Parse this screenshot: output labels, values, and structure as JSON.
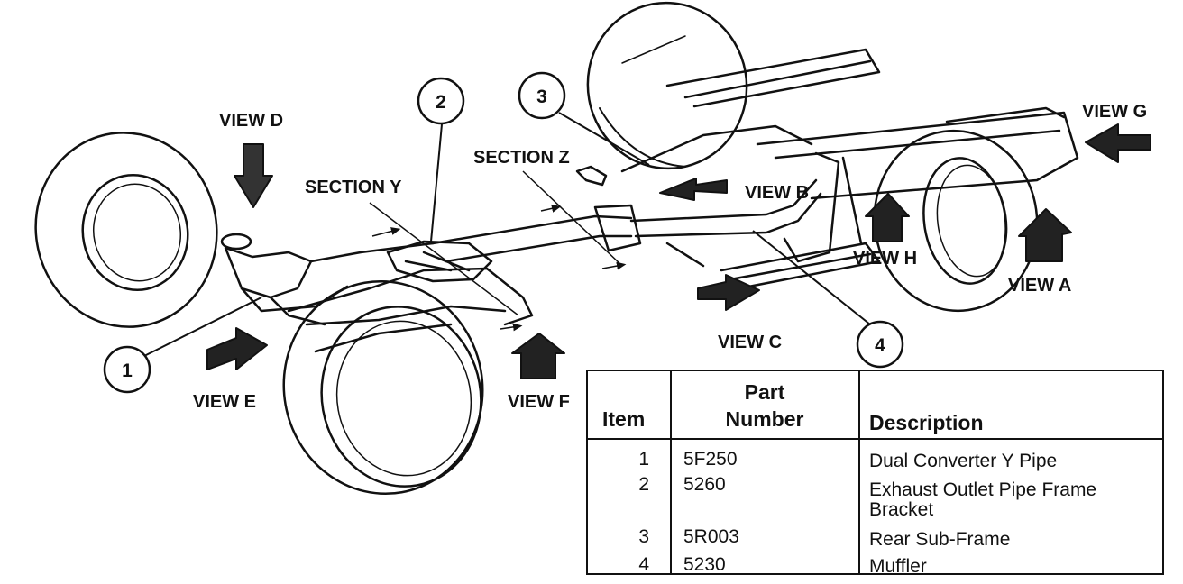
{
  "labels": {
    "view_a": "VIEW A",
    "view_b": "VIEW B",
    "view_c": "VIEW C",
    "view_d": "VIEW D",
    "view_e": "VIEW E",
    "view_f": "VIEW F",
    "view_g": "VIEW G",
    "view_h": "VIEW H",
    "section_y": "SECTION Y",
    "section_z": "SECTION Z"
  },
  "callouts": [
    "1",
    "2",
    "3",
    "4"
  ],
  "table": {
    "headers": {
      "item": "Item",
      "part_line1": "Part",
      "part_line2": "Number",
      "description": "Description"
    },
    "rows": [
      {
        "item": "1",
        "part": "5F250",
        "desc1": "Dual Converter Y Pipe",
        "desc2": ""
      },
      {
        "item": "2",
        "part": "5260",
        "desc1": "Exhaust Outlet Pipe Frame",
        "desc2": "Bracket"
      },
      {
        "item": "3",
        "part": "5R003",
        "desc1": "Rear Sub-Frame",
        "desc2": ""
      },
      {
        "item": "4",
        "part": "5230",
        "desc1": "Muffler",
        "desc2": ""
      }
    ]
  }
}
